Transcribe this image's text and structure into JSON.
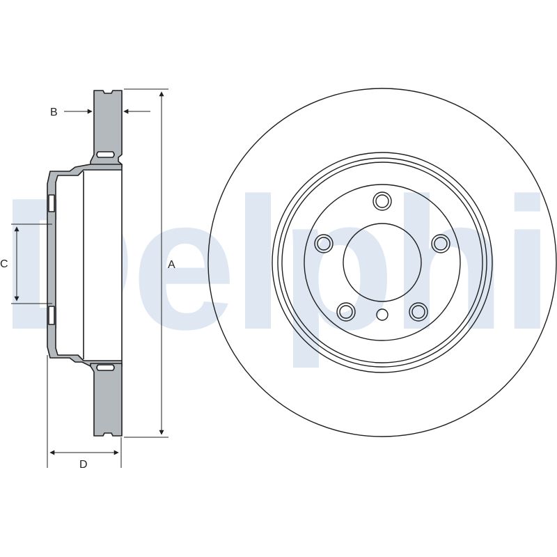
{
  "watermark": {
    "text": "Delphi"
  },
  "dimensions": {
    "a_label": "A",
    "b_label": "B",
    "c_label": "C",
    "d_label": "D"
  },
  "colors": {
    "section_fill": "#b4b9be",
    "outline": "#1f1f1f",
    "watermark": "#dfe8f2"
  },
  "face_view": {
    "bolt_holes": 5,
    "small_holes": 1
  }
}
